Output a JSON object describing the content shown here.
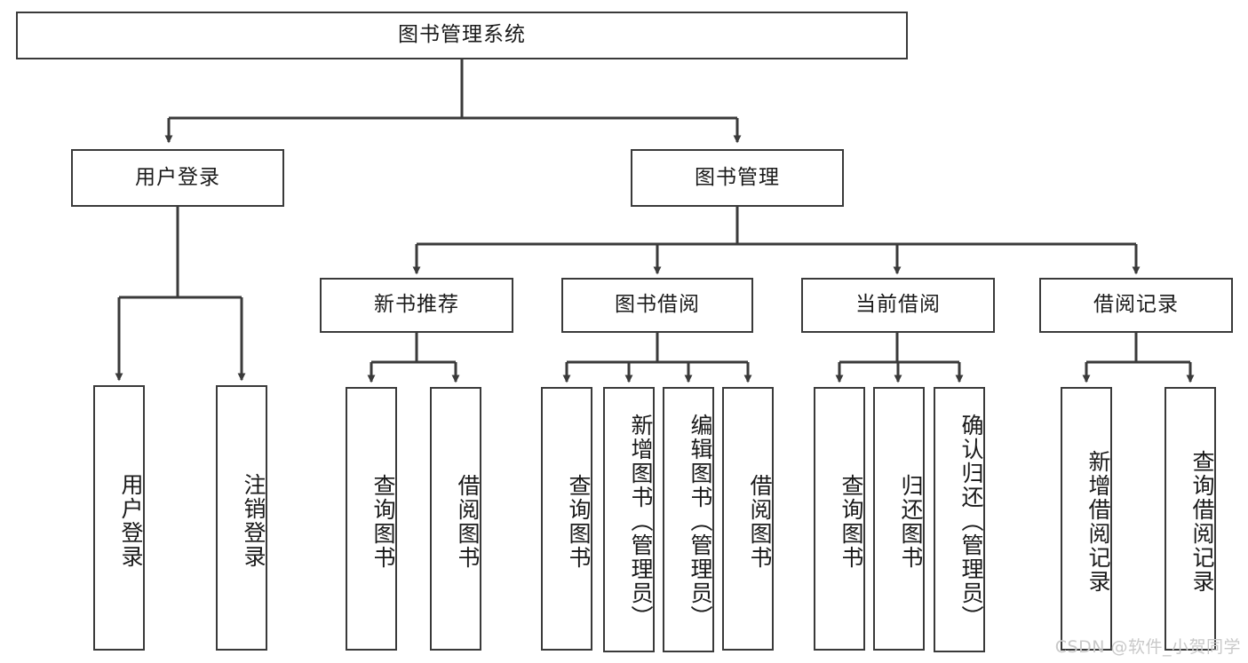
{
  "diagram": {
    "title": "图书管理系统",
    "watermark": "CSDN @软件_小贺同学",
    "stroke_color": "#3a3a3a",
    "text_color": "#1a1a1a",
    "background": "#ffffff",
    "levels": {
      "root": {
        "label": "图书管理系统"
      },
      "level2": [
        {
          "label": "用户登录"
        },
        {
          "label": "图书管理"
        }
      ],
      "level3": [
        {
          "label": "新书推荐"
        },
        {
          "label": "图书借阅"
        },
        {
          "label": "当前借阅"
        },
        {
          "label": "借阅记录"
        }
      ],
      "leaves": {
        "user_login": [
          {
            "label": "用户登录"
          },
          {
            "label": "注销登录"
          }
        ],
        "new_book": [
          {
            "label": "查询图书"
          },
          {
            "label": "借阅图书"
          }
        ],
        "book_borrow": [
          {
            "label": "查询图书"
          },
          {
            "label": "新增图书（管理员）"
          },
          {
            "label": "编辑图书（管理员）"
          },
          {
            "label": "借阅图书"
          }
        ],
        "current_borrow": [
          {
            "label": "查询图书"
          },
          {
            "label": "归还图书"
          },
          {
            "label": "确认归还（管理员）"
          }
        ],
        "borrow_record": [
          {
            "label": "新增借阅记录"
          },
          {
            "label": "查询借阅记录"
          }
        ]
      }
    }
  }
}
